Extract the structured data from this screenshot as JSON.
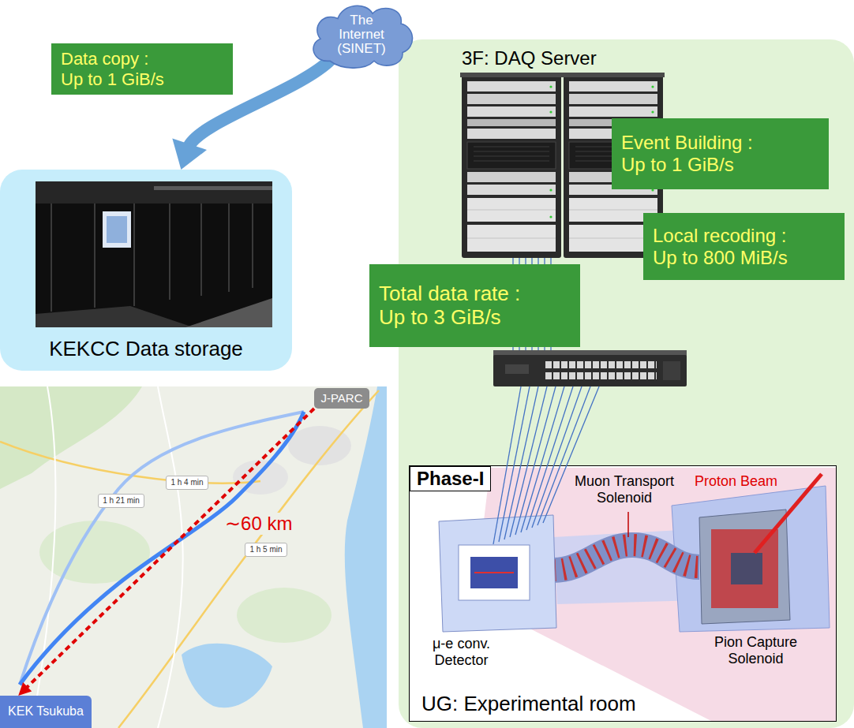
{
  "diagram": {
    "nodes": [
      {
        "text": [
          "The Internet (SINET)"
        ]
      },
      {
        "text": [
          "Data copy : Up to 1 GiB/s"
        ]
      },
      {
        "text": [
          "3F: DAQ Server"
        ]
      },
      {
        "text": [
          "Event Building : Up to 1 GiB/s"
        ],
        "in": 2
      },
      {
        "text": [
          "KEKCC Data storage"
        ]
      },
      {
        "text": [
          "Local recoding : Up to 800 MiB/s"
        ],
        "in": 2
      },
      {
        "text": [
          "Total data rate : Up to 3 GiB/s"
        ]
      },
      {
        "text": [
          "J-PARC"
        ]
      },
      {
        "text": [
          "Phase-I",
          "UG: Experimental room"
        ],
        "in": 2
      },
      {
        "text": [
          "1 h 4 min"
        ]
      },
      {
        "text": [
          "1 h 21 min"
        ]
      },
      {
        "text": [
          "1 h 5 min"
        ]
      },
      {
        "text": [
          "KEK Tsukuba"
        ]
      }
    ],
    "edges": [
      {
        "from": 0,
        "to": 4,
        "arrow": "to"
      },
      {
        "from": 7,
        "to": 12,
        "arrow": "to"
      }
    ],
    "labels": [
      "Muon Transport Solenoid",
      "Proton Beam",
      "μ-e conv. Detector",
      "Pion Capture Solenoid",
      "∼60 km"
    ]
  }
}
